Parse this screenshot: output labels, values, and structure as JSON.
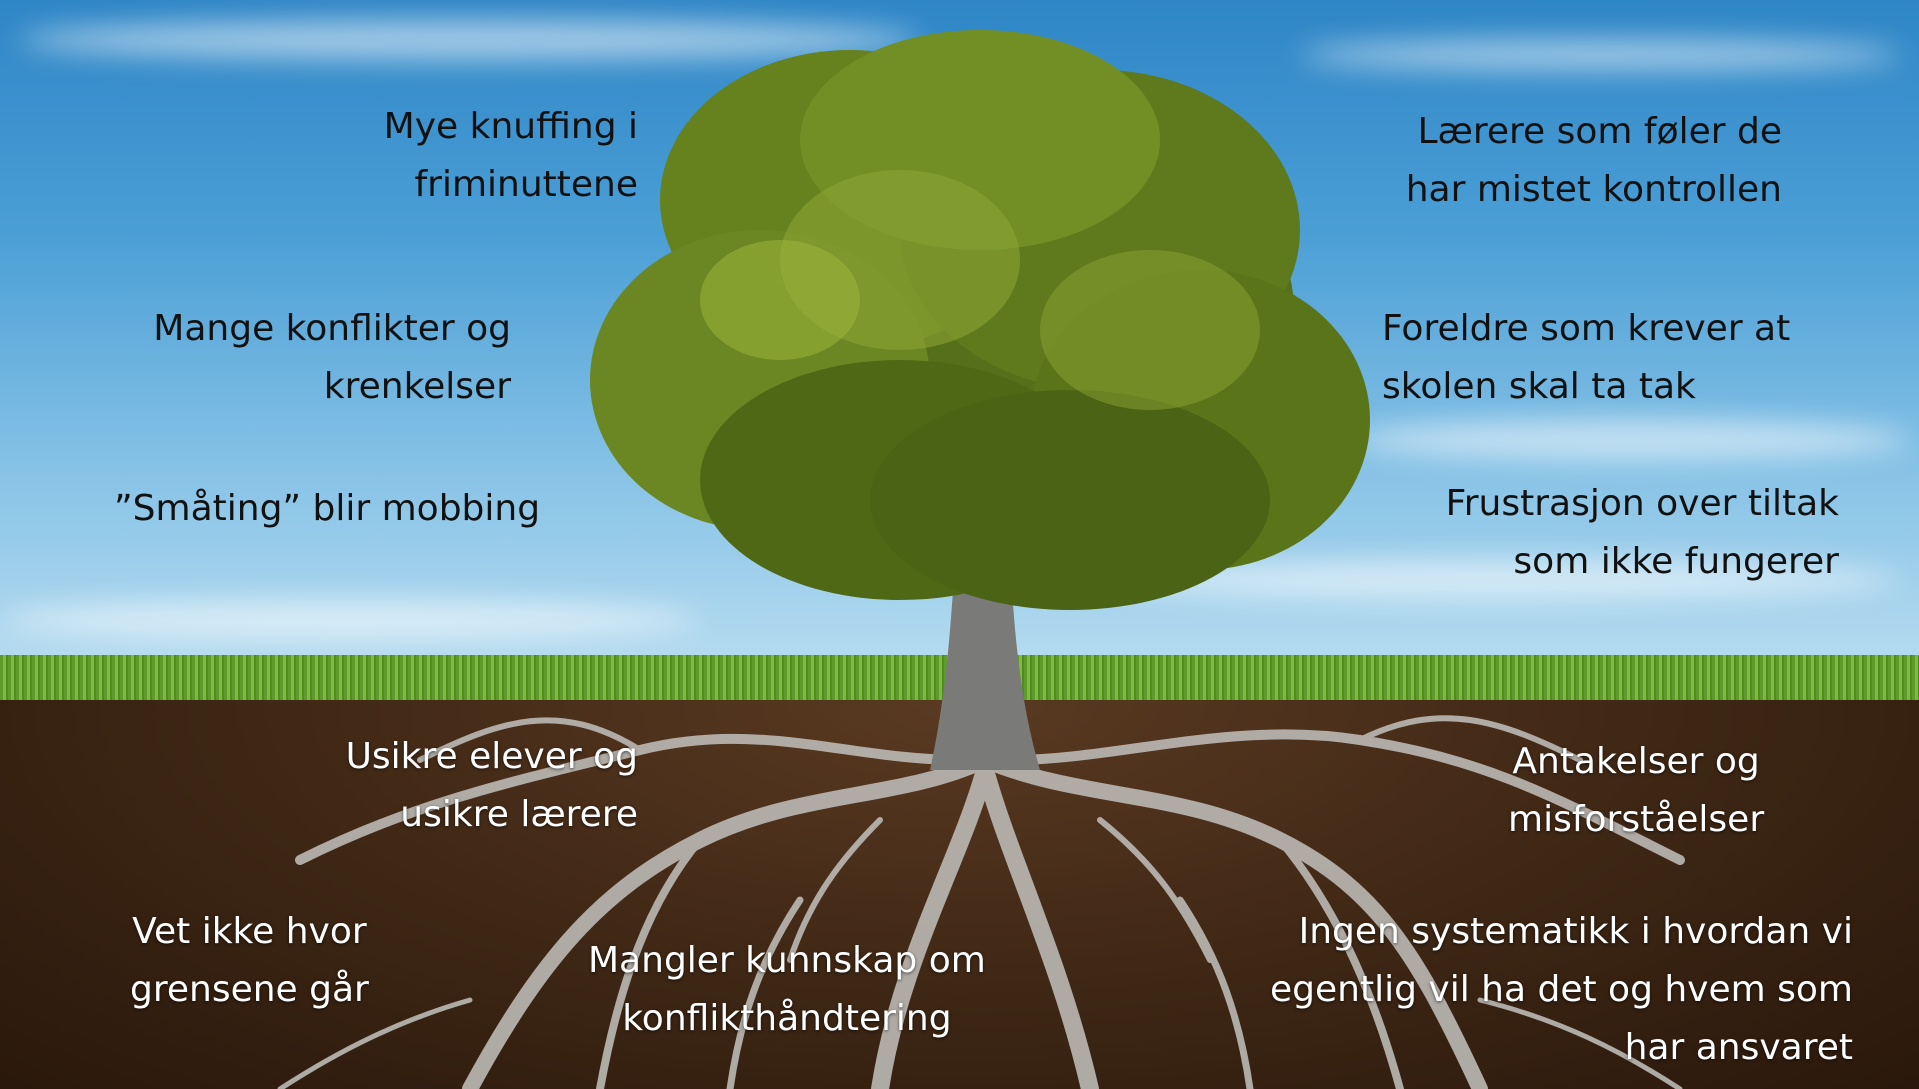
{
  "labels": {
    "tl1": [
      "Mye knuffing i",
      "friminuttene"
    ],
    "tl2": [
      "Mange konflikter og",
      "krenkelser"
    ],
    "tl3": [
      "”Småting” blir mobbing"
    ],
    "tr1": [
      "Lærere som føler de",
      "har mistet kontrollen"
    ],
    "tr2": [
      "Foreldre som krever at",
      "skolen skal ta tak"
    ],
    "tr3": [
      "Frustrasjon over tiltak",
      "som ikke fungerer"
    ],
    "bl1": [
      "Usikre elever og",
      "usikre lærere"
    ],
    "bl2": [
      "Vet ikke hvor",
      "grensene går"
    ],
    "bc1": [
      "Mangler kunnskap om",
      "konflikthåndtering"
    ],
    "br1": [
      "Antakelser og",
      "misforståelser"
    ],
    "br2": [
      "Ingen systematikk i hvordan vi",
      "egentlig vil ha det og hvem som",
      "har ansvaret"
    ]
  },
  "colors": {
    "sky": "#4b9fd6",
    "grass": "#6aa832",
    "soil": "#3d2614",
    "foliage": "#5f7d1e",
    "trunk": "#7a7a78",
    "roots": "#b9b6b1"
  }
}
